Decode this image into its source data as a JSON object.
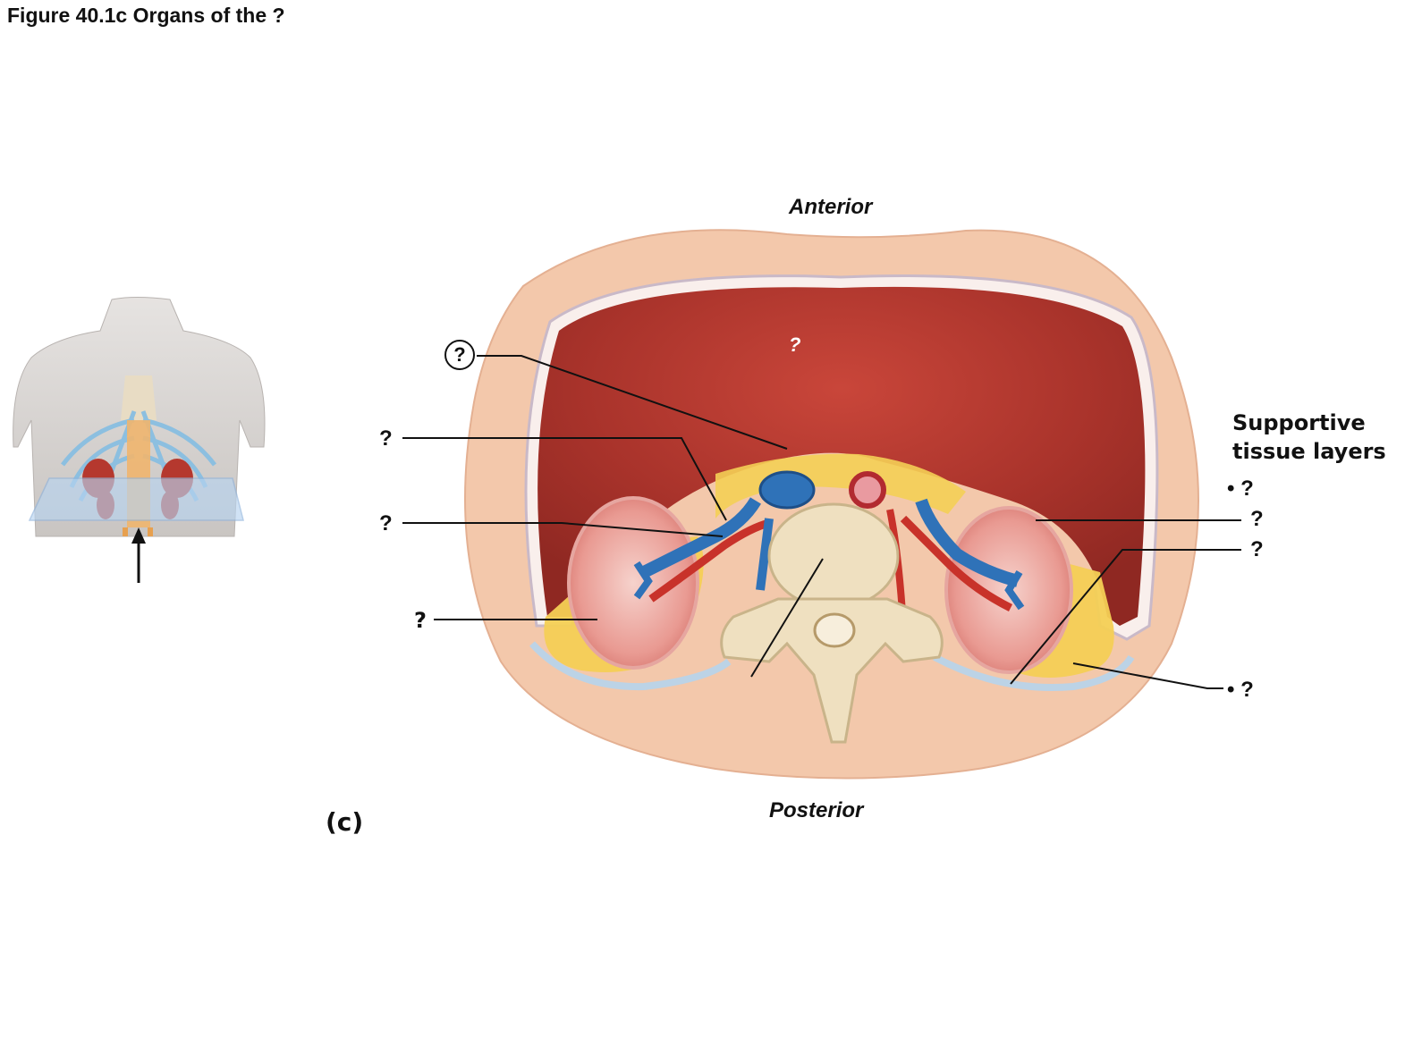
{
  "figure": {
    "title": "Figure 40.1c  Organs of the ?",
    "panel_label": "(c)"
  },
  "orientation": {
    "anterior": "Anterior",
    "posterior": "Posterior"
  },
  "labels": {
    "center_organ": "?",
    "circled": "?",
    "left_1": "?",
    "left_2": "?",
    "left_3": "?"
  },
  "supportive_tissue": {
    "heading_line1": "Supportive",
    "heading_line2": "tissue layers",
    "bullet_1": "• ?",
    "item_2": "?",
    "item_3": "?",
    "bullet_4": "• ?"
  },
  "colors": {
    "skin": "#f2c9ad",
    "muscle": "#b73a30",
    "kidney": "#e58a84",
    "fat": "#f4cf55",
    "vein": "#2f72b8",
    "artery": "#c8322a",
    "bone": "#efe0c0"
  }
}
